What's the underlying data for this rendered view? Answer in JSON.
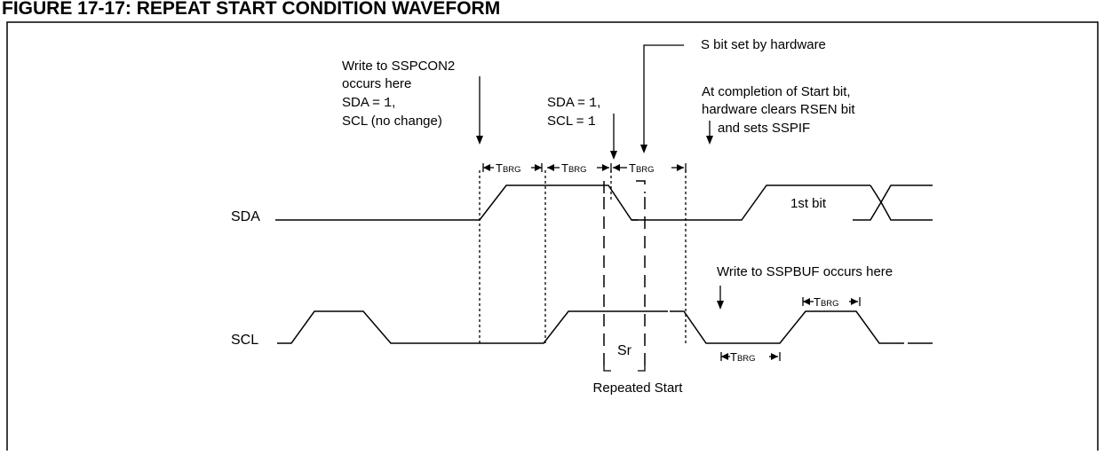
{
  "figure_title": "FIGURE 17-17:        REPEAT START CONDITION WAVEFORM",
  "signals": {
    "sda": "SDA",
    "scl": "SCL"
  },
  "annotations": {
    "write_sspcon2": {
      "line1": "Write to SSPCON2",
      "line2": "occurs here",
      "line3_text": "SDA = ",
      "line3_value": "1",
      "line3_suffix": ",",
      "line4": "SCL (no change)"
    },
    "sda_scl_high": {
      "line1_text": "SDA = ",
      "line1_value": "1",
      "line1_suffix": ",",
      "line2_text": "SCL = ",
      "line2_value": "1"
    },
    "s_bit": "S bit set by hardware",
    "completion": {
      "line1": "At completion of Start bit,",
      "line2": "hardware clears RSEN bit",
      "line3": "and sets SSPIF"
    },
    "write_sspbuf": "Write to SSPBUF occurs here",
    "first_bit": "1st bit",
    "sr": "Sr",
    "repeated_start": "Repeated Start"
  },
  "timing": {
    "main": "T",
    "sub": "BRG"
  }
}
